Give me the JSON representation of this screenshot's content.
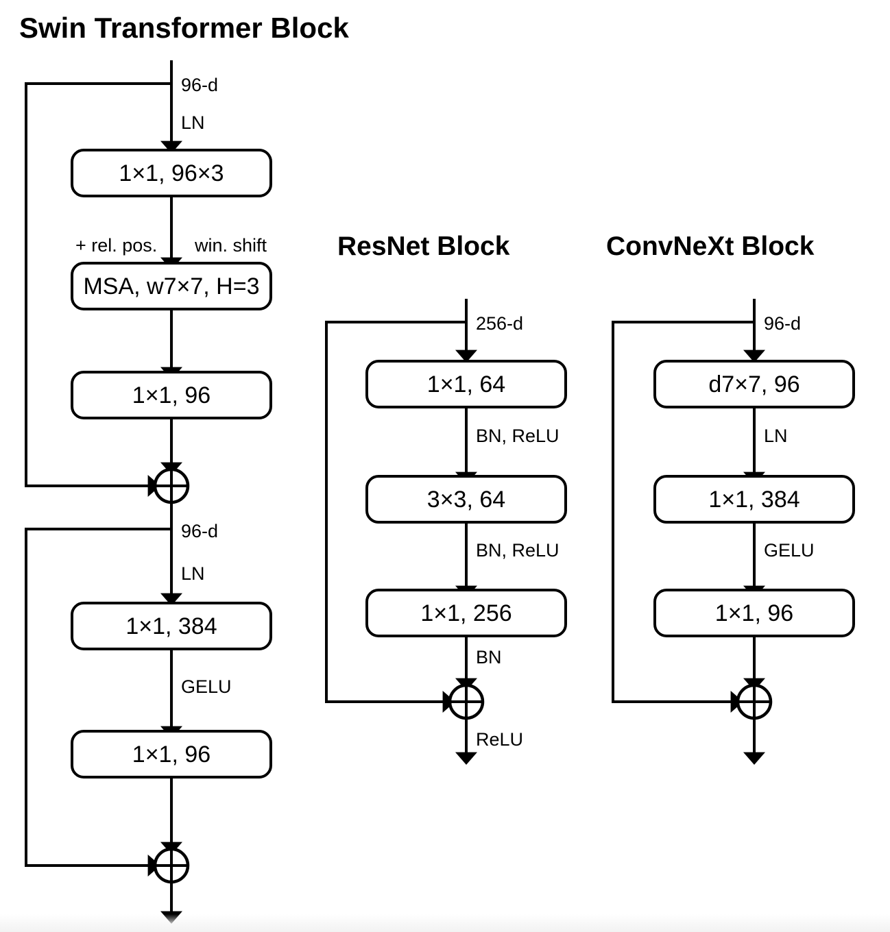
{
  "figure": {
    "kind": "architecture-block-diagram",
    "background_color": "#ffffff",
    "stroke_color": "#000000"
  },
  "columns": [
    {
      "id": "swin",
      "title": "Swin Transformer Block",
      "sub_blocks": [
        {
          "id": "swin-attn",
          "input_label": "96-d",
          "pre_label": "LN",
          "nodes": [
            {
              "id": "swin-proj-qkv",
              "label": "1×1, 96×3"
            },
            {
              "id": "swin-msa",
              "label": "MSA, w7×7, H=3"
            },
            {
              "id": "swin-proj-out",
              "label": "1×1, 96"
            }
          ],
          "side_labels": {
            "left": "+ rel. pos.",
            "right": "win. shift"
          },
          "merge": "⊕"
        },
        {
          "id": "swin-mlp",
          "input_label": "96-d",
          "pre_label": "LN",
          "nodes": [
            {
              "id": "swin-mlp-fc1",
              "label": "1×1, 384"
            },
            {
              "id": "swin-mlp-fc2",
              "label": "1×1, 96"
            }
          ],
          "mid_label": "GELU",
          "merge": "⊕"
        }
      ]
    },
    {
      "id": "resnet",
      "title": "ResNet Block",
      "input_label": "256-d",
      "nodes": [
        {
          "id": "resnet-conv1",
          "label": "1×1, 64"
        },
        {
          "id": "resnet-conv2",
          "label": "3×3, 64"
        },
        {
          "id": "resnet-conv3",
          "label": "1×1, 256"
        }
      ],
      "edge_labels": [
        "BN, ReLU",
        "BN, ReLU",
        "BN"
      ],
      "merge": "⊕",
      "output_label": "ReLU"
    },
    {
      "id": "convnext",
      "title": "ConvNeXt Block",
      "input_label": "96-d",
      "nodes": [
        {
          "id": "convnext-dwconv",
          "label": "d7×7, 96"
        },
        {
          "id": "convnext-fc1",
          "label": "1×1, 384"
        },
        {
          "id": "convnext-fc2",
          "label": "1×1, 96"
        }
      ],
      "edge_labels": [
        "LN",
        "GELU"
      ],
      "merge": "⊕",
      "output_label": ""
    }
  ],
  "icons": {
    "residual_add": "plus-circle-icon",
    "arrow": "arrow-down-icon"
  }
}
